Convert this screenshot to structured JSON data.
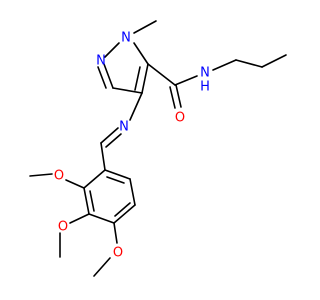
{
  "colors": {
    "bond": "#000000",
    "nitrogen": "#0000ff",
    "oxygen": "#ff0000",
    "background": "#ffffff"
  },
  "labels": {
    "n1": "N",
    "n2": "N",
    "n_amide": "N",
    "h_amide": "H",
    "o_carbonyl": "O",
    "n_imine": "N",
    "o_methoxy_2": "O",
    "o_methoxy_3": "O",
    "o_methoxy_4": "O"
  }
}
